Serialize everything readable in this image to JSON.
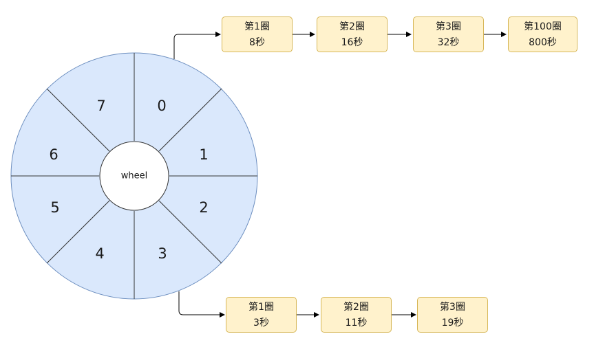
{
  "wheel": {
    "hub_label": "wheel",
    "fill_color": "#dae8fc",
    "stroke_color": "#6c8ebf",
    "slots": [
      "0",
      "1",
      "2",
      "3",
      "4",
      "5",
      "6",
      "7"
    ]
  },
  "chain_slot_0": [
    {
      "round": "第1圈",
      "delay": "8秒"
    },
    {
      "round": "第2圈",
      "delay": "16秒"
    },
    {
      "round": "第3圈",
      "delay": "32秒"
    },
    {
      "round": "第100圈",
      "delay": "800秒"
    }
  ],
  "chain_slot_3": [
    {
      "round": "第1圈",
      "delay": "3秒"
    },
    {
      "round": "第2圈",
      "delay": "11秒"
    },
    {
      "round": "第3圈",
      "delay": "19秒"
    }
  ],
  "node_style": {
    "fill_color": "#fff2cc",
    "stroke_color": "#d6b656"
  }
}
